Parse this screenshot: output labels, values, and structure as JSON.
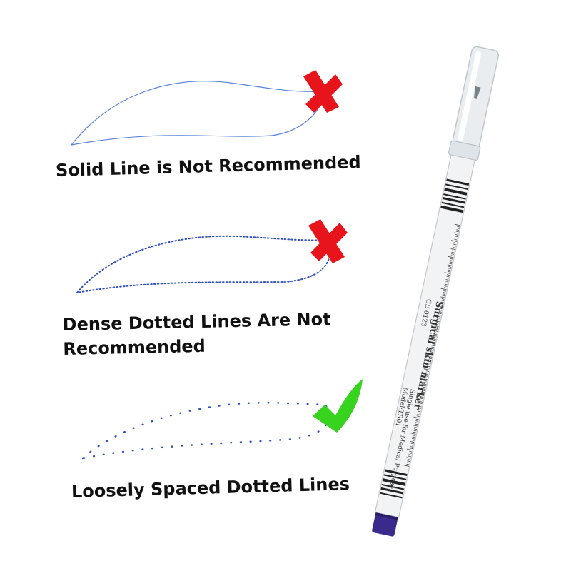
{
  "examples": [
    {
      "caption": "Solid Line is Not Recommended",
      "verdict": "not-recommended"
    },
    {
      "caption_line1": "Dense Dotted Lines Are Not",
      "caption_line2": "Recommended",
      "verdict": "not-recommended"
    },
    {
      "caption": "Loosely Spaced Dotted Lines",
      "verdict": "recommended"
    }
  ],
  "pen": {
    "title": "Surgical skin marker",
    "subtitle": "Single-use for Medical Purpose",
    "cert": "CE 0123",
    "model": "Model:TR01",
    "tip_color": "#3a2a8c"
  },
  "colors": {
    "line_blue": "#3f6fd0",
    "cross_red": "#e8141b",
    "check_green": "#38d31f"
  }
}
